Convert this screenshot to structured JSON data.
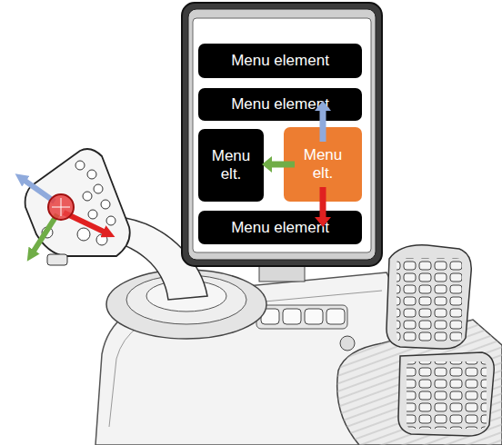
{
  "diagram": {
    "nodes": [
      {
        "text": [
          "Menu element"
        ]
      },
      {
        "text": [
          "Menu element"
        ]
      },
      {
        "text": [
          "Menu elt."
        ]
      },
      {
        "text": [
          "Menu elt."
        ]
      },
      {
        "text": [
          "Menu element"
        ]
      }
    ],
    "edges": [
      {
        "from": 3,
        "to": 1,
        "arrow": "to"
      },
      {
        "from": 3,
        "to": 2,
        "arrow": "to"
      },
      {
        "from": 3,
        "to": 4,
        "arrow": "to"
      }
    ]
  }
}
